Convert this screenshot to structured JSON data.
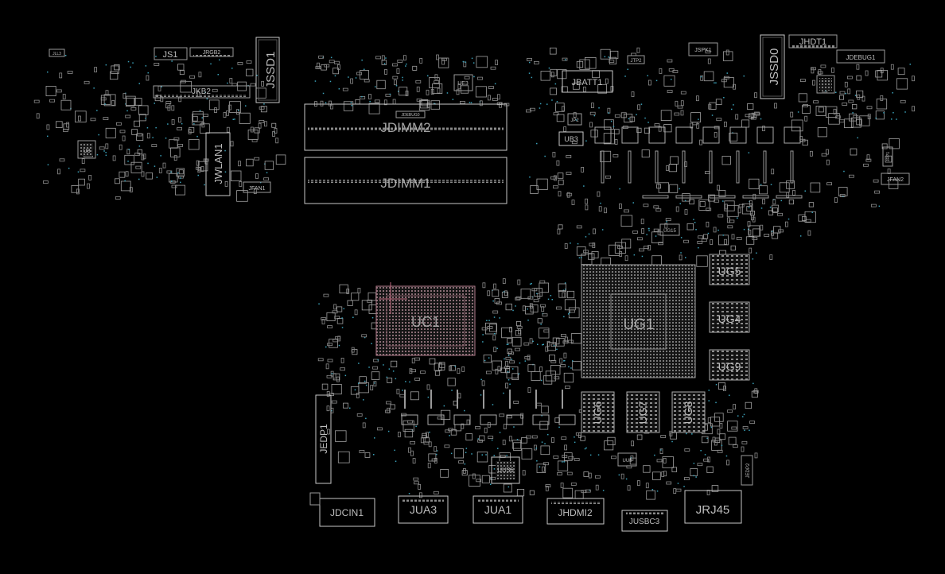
{
  "board": {
    "background": "#000000",
    "outline_color": "#9a9a9a",
    "via_color": "#3aa0b8",
    "labels": {
      "jll3": "JLL3",
      "js1": "JS1",
      "jrgb2": "JRGB2",
      "jssd1": "JSSD1",
      "jkb2": "JKB2",
      "u8": "U8",
      "jwlan1": "JWLAN1",
      "jfan1": "JFAN1",
      "ue3": "UE3",
      "jdimm2": "JDIMM2",
      "jdimm1": "JDIMM1",
      "jdebug0": "JDEBUG0",
      "jtp2": "JTP2",
      "jspk1": "JSPK1",
      "jssd0": "JSSD0",
      "jhdt1": "JHDT1",
      "jdebug1": "JDEBUG1",
      "jbatt1": "JBATT1",
      "jp2": "JP2",
      "ub3": "UB3",
      "jfan2": "JFAN2",
      "jrp1": "JRP1",
      "ug15": "UG15",
      "uc1": "UC1",
      "ug1": "UG1",
      "ug5": "UG5",
      "ug4": "UG4",
      "ug9": "UG9",
      "ug6": "UG6",
      "ug7": "UG7",
      "ug8": "UG8",
      "jedp1": "JEDP1",
      "jedp2": "JEDP2",
      "ju36": "UU36",
      "uu8": "UU8",
      "jdcin1": "JDCIN1",
      "jua3": "JUA3",
      "jua1": "JUA1",
      "jhdmi2": "JHDMI2",
      "jusbc3": "JUSBC3",
      "jrj45": "JRJ45"
    }
  }
}
